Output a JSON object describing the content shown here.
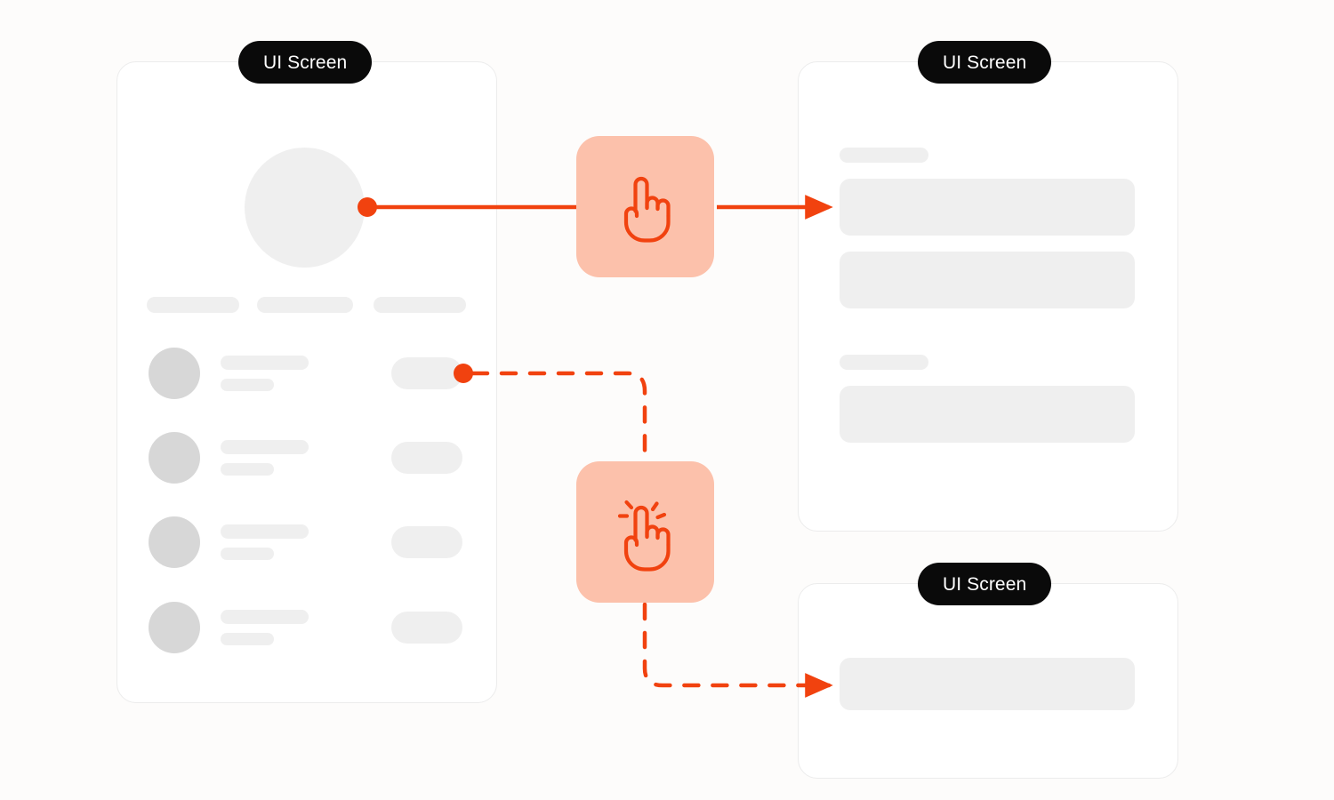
{
  "page": {
    "background_color": "#FDFCFB",
    "accent_color": "#F1420F",
    "icon_tile_color": "#FCC1AB",
    "skeleton_light_color": "#EFEFEF",
    "skeleton_dark_color": "#D7D7D7",
    "card_border_color": "#ECECEC",
    "pill_color": "#0A0A0A"
  },
  "labels": {
    "left_screen": "UI Screen",
    "right_screen": "UI Screen",
    "bottom_screen": "UI Screen"
  },
  "left_card": {
    "hero": {
      "type": "avatar-circle"
    },
    "tabs": [
      {
        "name": "tab-placeholder-1"
      },
      {
        "name": "tab-placeholder-2"
      },
      {
        "name": "tab-placeholder-3"
      }
    ],
    "rows": [
      {
        "name": "list-item-1",
        "has_action_button": true,
        "is_connector_source": true
      },
      {
        "name": "list-item-2",
        "has_action_button": true,
        "is_connector_source": false
      },
      {
        "name": "list-item-3",
        "has_action_button": true,
        "is_connector_source": false
      },
      {
        "name": "list-item-4",
        "has_action_button": true,
        "is_connector_source": false
      }
    ]
  },
  "right_card": {
    "sections": [
      {
        "label_placeholder": true,
        "blocks": 2
      },
      {
        "label_placeholder": true,
        "blocks": 1
      }
    ]
  },
  "bottom_card": {
    "blocks": 1
  },
  "interactions": [
    {
      "name": "pointer-interaction",
      "icon": "pointing-hand-icon",
      "line_style": "solid",
      "from": "left-card-hero-avatar",
      "to": "right-card-first-block"
    },
    {
      "name": "tap-interaction",
      "icon": "tap-hand-icon",
      "line_style": "dashed",
      "from": "left-card-row-1-action-button",
      "to": "bottom-card-block"
    }
  ]
}
